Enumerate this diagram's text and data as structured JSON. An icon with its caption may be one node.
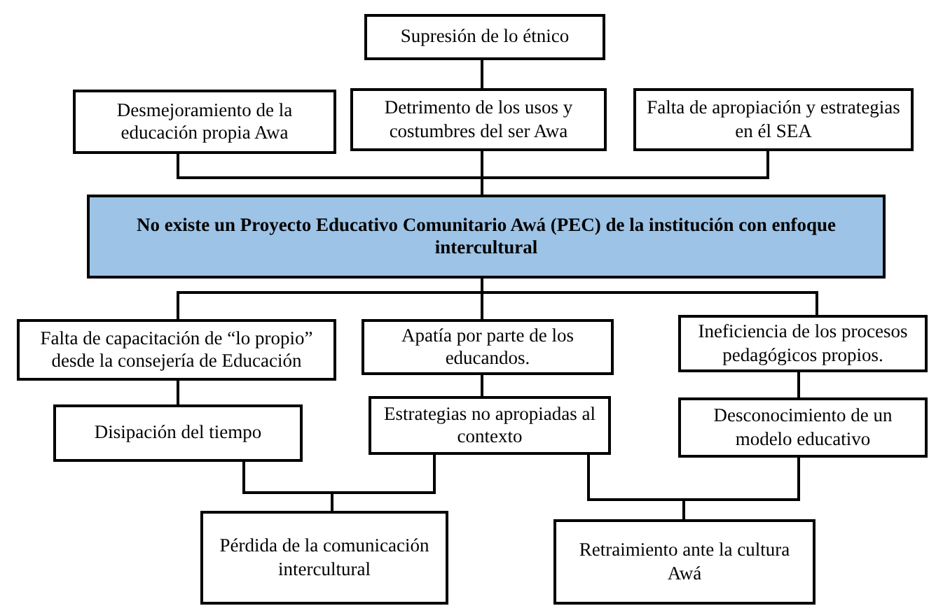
{
  "diagram": {
    "nodes": [
      {
        "text": [
          "Supresión de lo étnico"
        ]
      },
      {
        "text": [
          "Desmejoramiento de la educación propia Awa"
        ]
      },
      {
        "text": [
          "Detrimento de los usos y costumbres del ser Awa"
        ]
      },
      {
        "text": [
          "Falta de apropiación y estrategias en él SEA"
        ]
      },
      {
        "text": [
          "No existe un Proyecto Educativo Comunitario Awá (PEC) de la institución con enfoque intercultural"
        ]
      },
      {
        "text": [
          "Falta de capacitación de “lo propio” desde la consejería de Educación"
        ]
      },
      {
        "text": [
          "Apatía por parte de los educandos."
        ]
      },
      {
        "text": [
          "Ineficiencia de los procesos pedagógicos propios."
        ]
      },
      {
        "text": [
          "Disipación del tiempo"
        ]
      },
      {
        "text": [
          "Estrategias no apropiadas al contexto"
        ]
      },
      {
        "text": [
          "Desconocimiento de un modelo educativo"
        ]
      },
      {
        "text": [
          "Pérdida de la comunicación intercultural"
        ]
      },
      {
        "text": [
          "Retraimiento ante la cultura Awá"
        ]
      }
    ],
    "edges": [
      {
        "from": 0,
        "to": 2,
        "arrow": "none"
      },
      {
        "from": 1,
        "to": 4,
        "arrow": "none"
      },
      {
        "from": 2,
        "to": 4,
        "arrow": "none"
      },
      {
        "from": 3,
        "to": 4,
        "arrow": "none"
      },
      {
        "from": 4,
        "to": 5,
        "arrow": "none"
      },
      {
        "from": 4,
        "to": 6,
        "arrow": "none"
      },
      {
        "from": 4,
        "to": 7,
        "arrow": "none"
      },
      {
        "from": 5,
        "to": 8,
        "arrow": "none"
      },
      {
        "from": 6,
        "to": 9,
        "arrow": "none"
      },
      {
        "from": 7,
        "to": 10,
        "arrow": "none"
      },
      {
        "from": 8,
        "to": 11,
        "arrow": "none"
      },
      {
        "from": 9,
        "to": 11,
        "arrow": "none"
      },
      {
        "from": 9,
        "to": 12,
        "arrow": "none"
      },
      {
        "from": 10,
        "to": 12,
        "arrow": "none"
      }
    ]
  }
}
